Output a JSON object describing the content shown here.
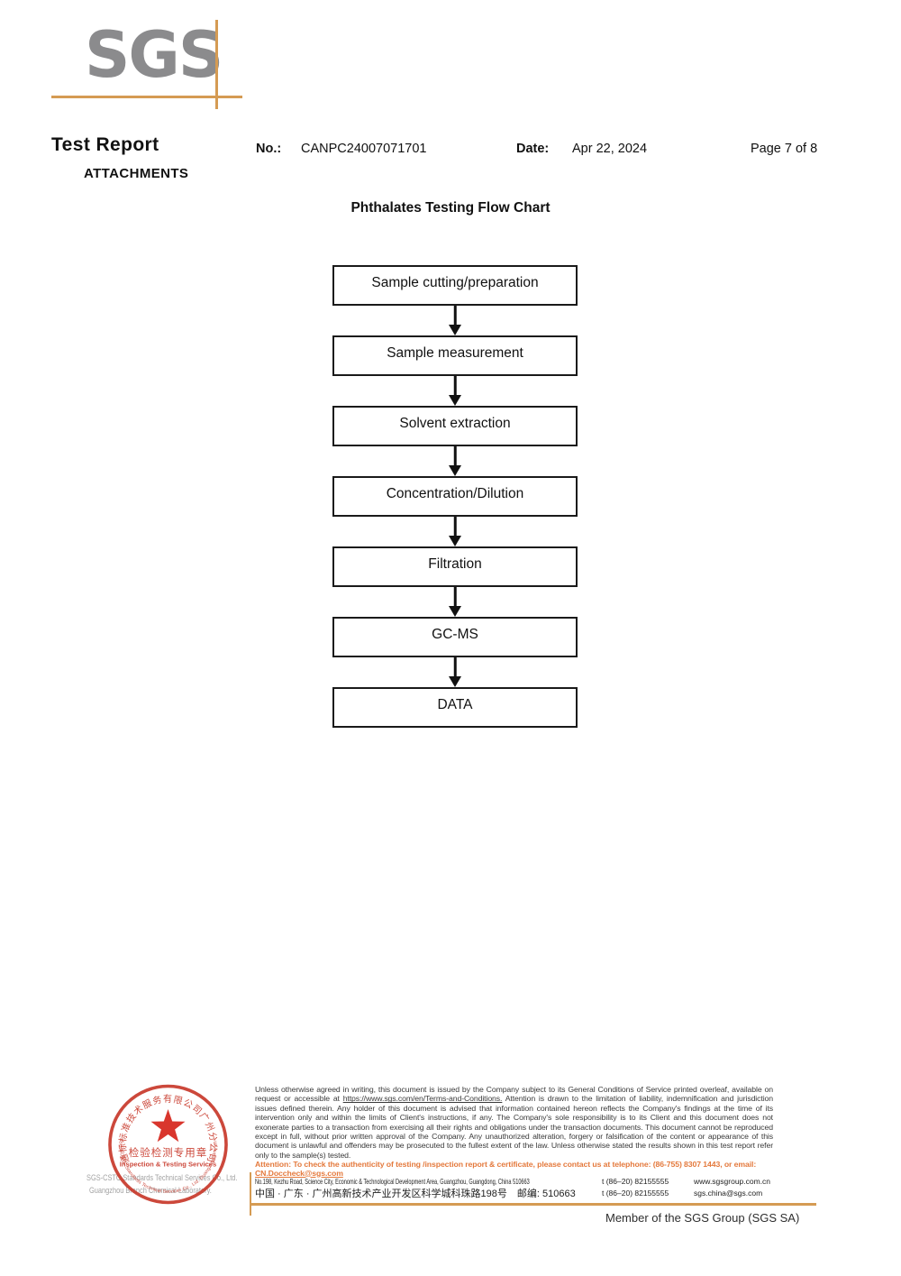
{
  "logo": {
    "text": "SGS"
  },
  "header": {
    "title": "Test Report",
    "attachments_label": "ATTACHMENTS",
    "no_label": "No.:",
    "report_no": "CANPC24007071701",
    "date_label": "Date:",
    "date_value": "Apr 22, 2024",
    "page_label": "Page 7 of 8"
  },
  "flowchart": {
    "title": "Phthalates Testing Flow Chart",
    "steps": [
      "Sample cutting/preparation",
      "Sample measurement",
      "Solvent extraction",
      "Concentration/Dilution",
      "Filtration",
      "GC-MS",
      "DATA"
    ]
  },
  "stamp": {
    "arc_top": "通标标准技术服务有限公司广州分公司",
    "arc_bottom": "SGS-CSTC Standards Technical Services Co., Ltd. Guangzhou Branch",
    "seal_line1": "检验检测专用章",
    "seal_line2": "Inspection & Testing Services",
    "company_line1": "SGS-CSTC Standards Technical Services Co., Ltd.",
    "company_line2": "Guangzhou Branch Chemical Laboratory."
  },
  "legal": {
    "before_url": "Unless otherwise agreed in writing, this document is issued by the Company subject to its General Conditions of Service printed overleaf, available on request or accessible at ",
    "url": "https://www.sgs.com/en/Terms-and-Conditions.",
    "after_url": " Attention is drawn to the limitation of liability, indemnification and jurisdiction issues defined therein. Any holder of this document is advised that information contained hereon reflects the Company's findings at the time of its intervention only and within the limits of Client's instructions, if any. The Company's sole responsibility is to its Client and this document does not exonerate parties to a transaction from exercising all their rights and obligations under the transaction documents. This document cannot be reproduced except in full, without prior written approval of the Company. Any unauthorized alteration, forgery or falsification of the content or appearance of this document is unlawful and offenders may be prosecuted to the fullest extent of the law. Unless otherwise stated the results shown in this test report refer only to the sample(s) tested.",
    "attention_before_email": "Attention: To check the authenticity of testing /inspection report & certificate, please contact us at telephone: (86-755) 8307 1443, or email: ",
    "attention_email": "CN.Doccheck@sgs.com"
  },
  "footer": {
    "address_en": "No.198, Kezhu Road, Science City, Economic & Technological Development Area, Guangzhou, Guangdong, China 510663",
    "address_cn": "中国 · 广东 · 广州高新技术产业开发区科学城科珠路198号　邮编: 510663",
    "tel1": "t (86–20) 82155555",
    "tel2": "t (86–20) 82155555",
    "website": "www.sgsgroup.com.cn",
    "email": "sgs.china@sgs.com",
    "member": "Member of the SGS Group (SGS SA)"
  },
  "colors": {
    "accent_orange": "#D59B53",
    "attention_orange": "#E4793C",
    "stamp_red": "#C8392B",
    "logo_gray": "#8B8B8D"
  }
}
